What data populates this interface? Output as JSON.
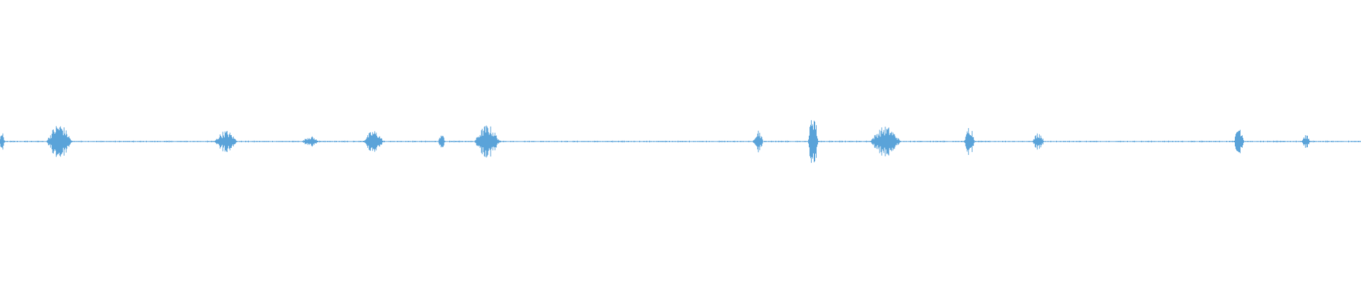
{
  "waveform": {
    "color": "#5aa3d9",
    "baseline_amplitude": 0.006,
    "bursts": [
      {
        "time": 0.0015,
        "duration": 0.004,
        "peak": 0.07
      },
      {
        "time": 0.0435,
        "duration": 0.02,
        "peak": 0.13
      },
      {
        "time": 0.166,
        "duration": 0.018,
        "peak": 0.08
      },
      {
        "time": 0.228,
        "duration": 0.013,
        "peak": 0.04
      },
      {
        "time": 0.2745,
        "duration": 0.016,
        "peak": 0.08
      },
      {
        "time": 0.3245,
        "duration": 0.005,
        "peak": 0.07
      },
      {
        "time": 0.358,
        "duration": 0.02,
        "peak": 0.12
      },
      {
        "time": 0.557,
        "duration": 0.008,
        "peak": 0.09
      },
      {
        "time": 0.5975,
        "duration": 0.008,
        "peak": 0.22
      },
      {
        "time": 0.6505,
        "duration": 0.024,
        "peak": 0.11
      },
      {
        "time": 0.7125,
        "duration": 0.008,
        "peak": 0.12
      },
      {
        "time": 0.763,
        "duration": 0.009,
        "peak": 0.07
      },
      {
        "time": 0.9105,
        "duration": 0.008,
        "peak": 0.12
      },
      {
        "time": 0.9595,
        "duration": 0.007,
        "peak": 0.05
      }
    ]
  }
}
